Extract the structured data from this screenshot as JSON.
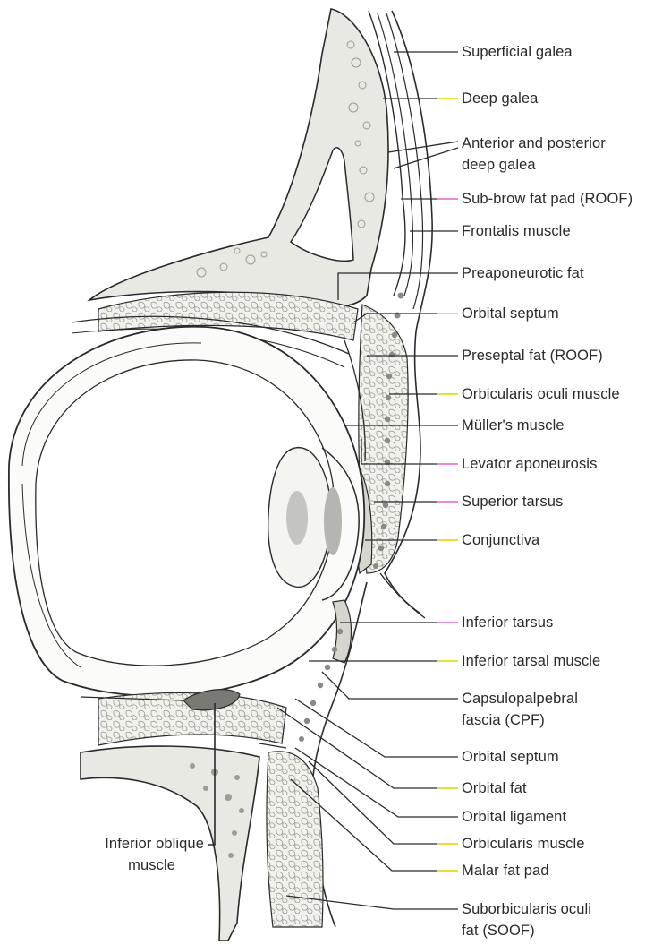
{
  "figure": {
    "labels": [
      {
        "id": "superficial-galea",
        "text": "Superficial galea"
      },
      {
        "id": "deep-galea",
        "text": "Deep galea"
      },
      {
        "id": "anterior-posterior-deep-galea",
        "text": "Anterior and posterior",
        "text2": "deep galea"
      },
      {
        "id": "sub-brow-fat-pad",
        "text": "Sub-brow fat pad (ROOF)"
      },
      {
        "id": "frontalis-muscle",
        "text": "Frontalis muscle"
      },
      {
        "id": "preaponeurotic-fat",
        "text": "Preaponeurotic fat"
      },
      {
        "id": "orbital-septum-upper",
        "text": "Orbital septum"
      },
      {
        "id": "preseptal-fat",
        "text": "Preseptal fat (ROOF)"
      },
      {
        "id": "orbicularis-oculi-muscle",
        "text": "Orbicularis oculi muscle"
      },
      {
        "id": "mullers-muscle",
        "text": "Müller's muscle"
      },
      {
        "id": "levator-aponeurosis",
        "text": "Levator aponeurosis"
      },
      {
        "id": "superior-tarsus",
        "text": "Superior tarsus"
      },
      {
        "id": "conjunctiva",
        "text": "Conjunctiva"
      },
      {
        "id": "inferior-tarsus",
        "text": "Inferior tarsus"
      },
      {
        "id": "inferior-tarsal-muscle",
        "text": "Inferior tarsal muscle"
      },
      {
        "id": "capsulopalpebral-fascia",
        "text": "Capsulopalpebral",
        "text2": "fascia (CPF)"
      },
      {
        "id": "orbital-septum-lower",
        "text": "Orbital septum"
      },
      {
        "id": "orbital-fat",
        "text": "Orbital fat"
      },
      {
        "id": "orbital-ligament",
        "text": "Orbital ligament"
      },
      {
        "id": "orbicularis-muscle",
        "text": "Orbicularis muscle"
      },
      {
        "id": "malar-fat-pad",
        "text": "Malar fat pad"
      },
      {
        "id": "suborbicularis-oculi-fat",
        "text": "Suborbicularis oculi",
        "text2": "fat (SOOF)"
      },
      {
        "id": "inferior-oblique-muscle",
        "text": "Inferior oblique",
        "text2": "muscle"
      }
    ],
    "colors": {
      "ink": "#2a2a2a",
      "bone": "#e8e8e2",
      "fat": "#f1f1ec",
      "eye_fill": "#fbfbf9",
      "muscle_dot": "#8a8a84",
      "lens_shade": "#b9b9b5",
      "leader_highlight_yellow": "#e2e23a",
      "leader_highlight_pink": "#e88bd8"
    }
  }
}
